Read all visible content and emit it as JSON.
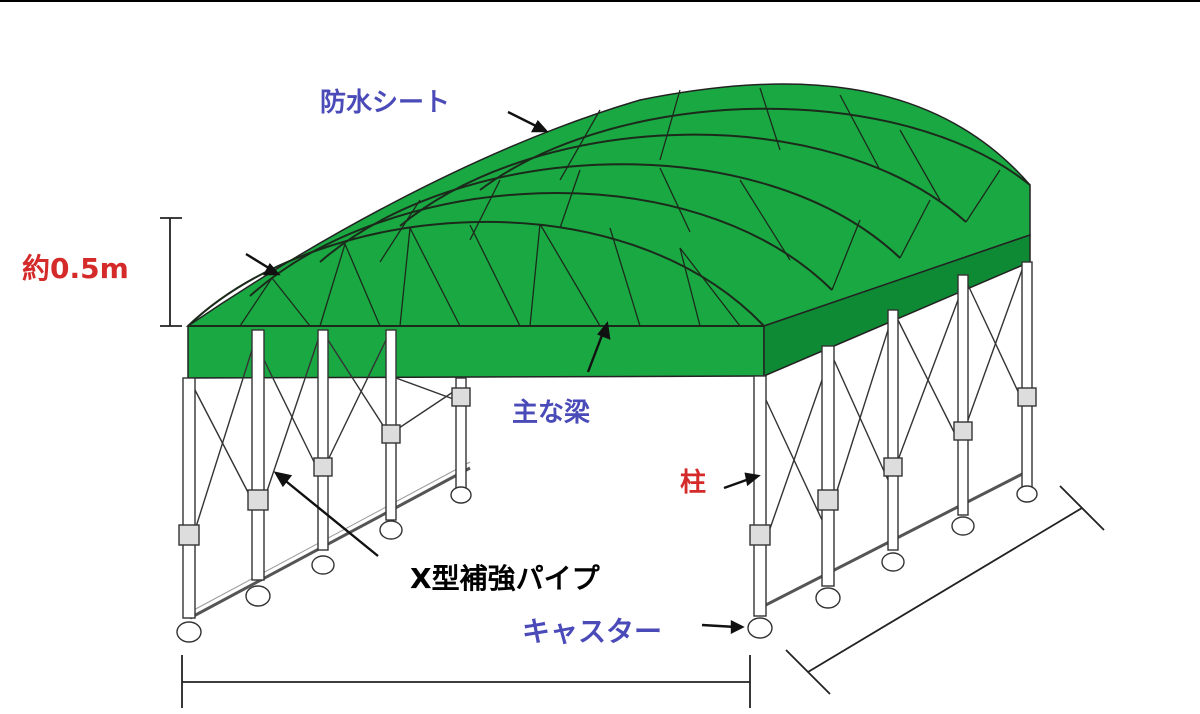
{
  "labels": {
    "waterproof_sheet": "防水シート",
    "height": "約0.5m",
    "main_beam": "主な梁",
    "post": "柱",
    "x_brace": "X型補強パイプ",
    "caster": "キャスター"
  },
  "colors": {
    "canopy": "#1aa843",
    "canopy_dark": "#0f8a34",
    "blue_label": "#4a4ab8",
    "red_label": "#d42a2a",
    "line": "#222222"
  }
}
